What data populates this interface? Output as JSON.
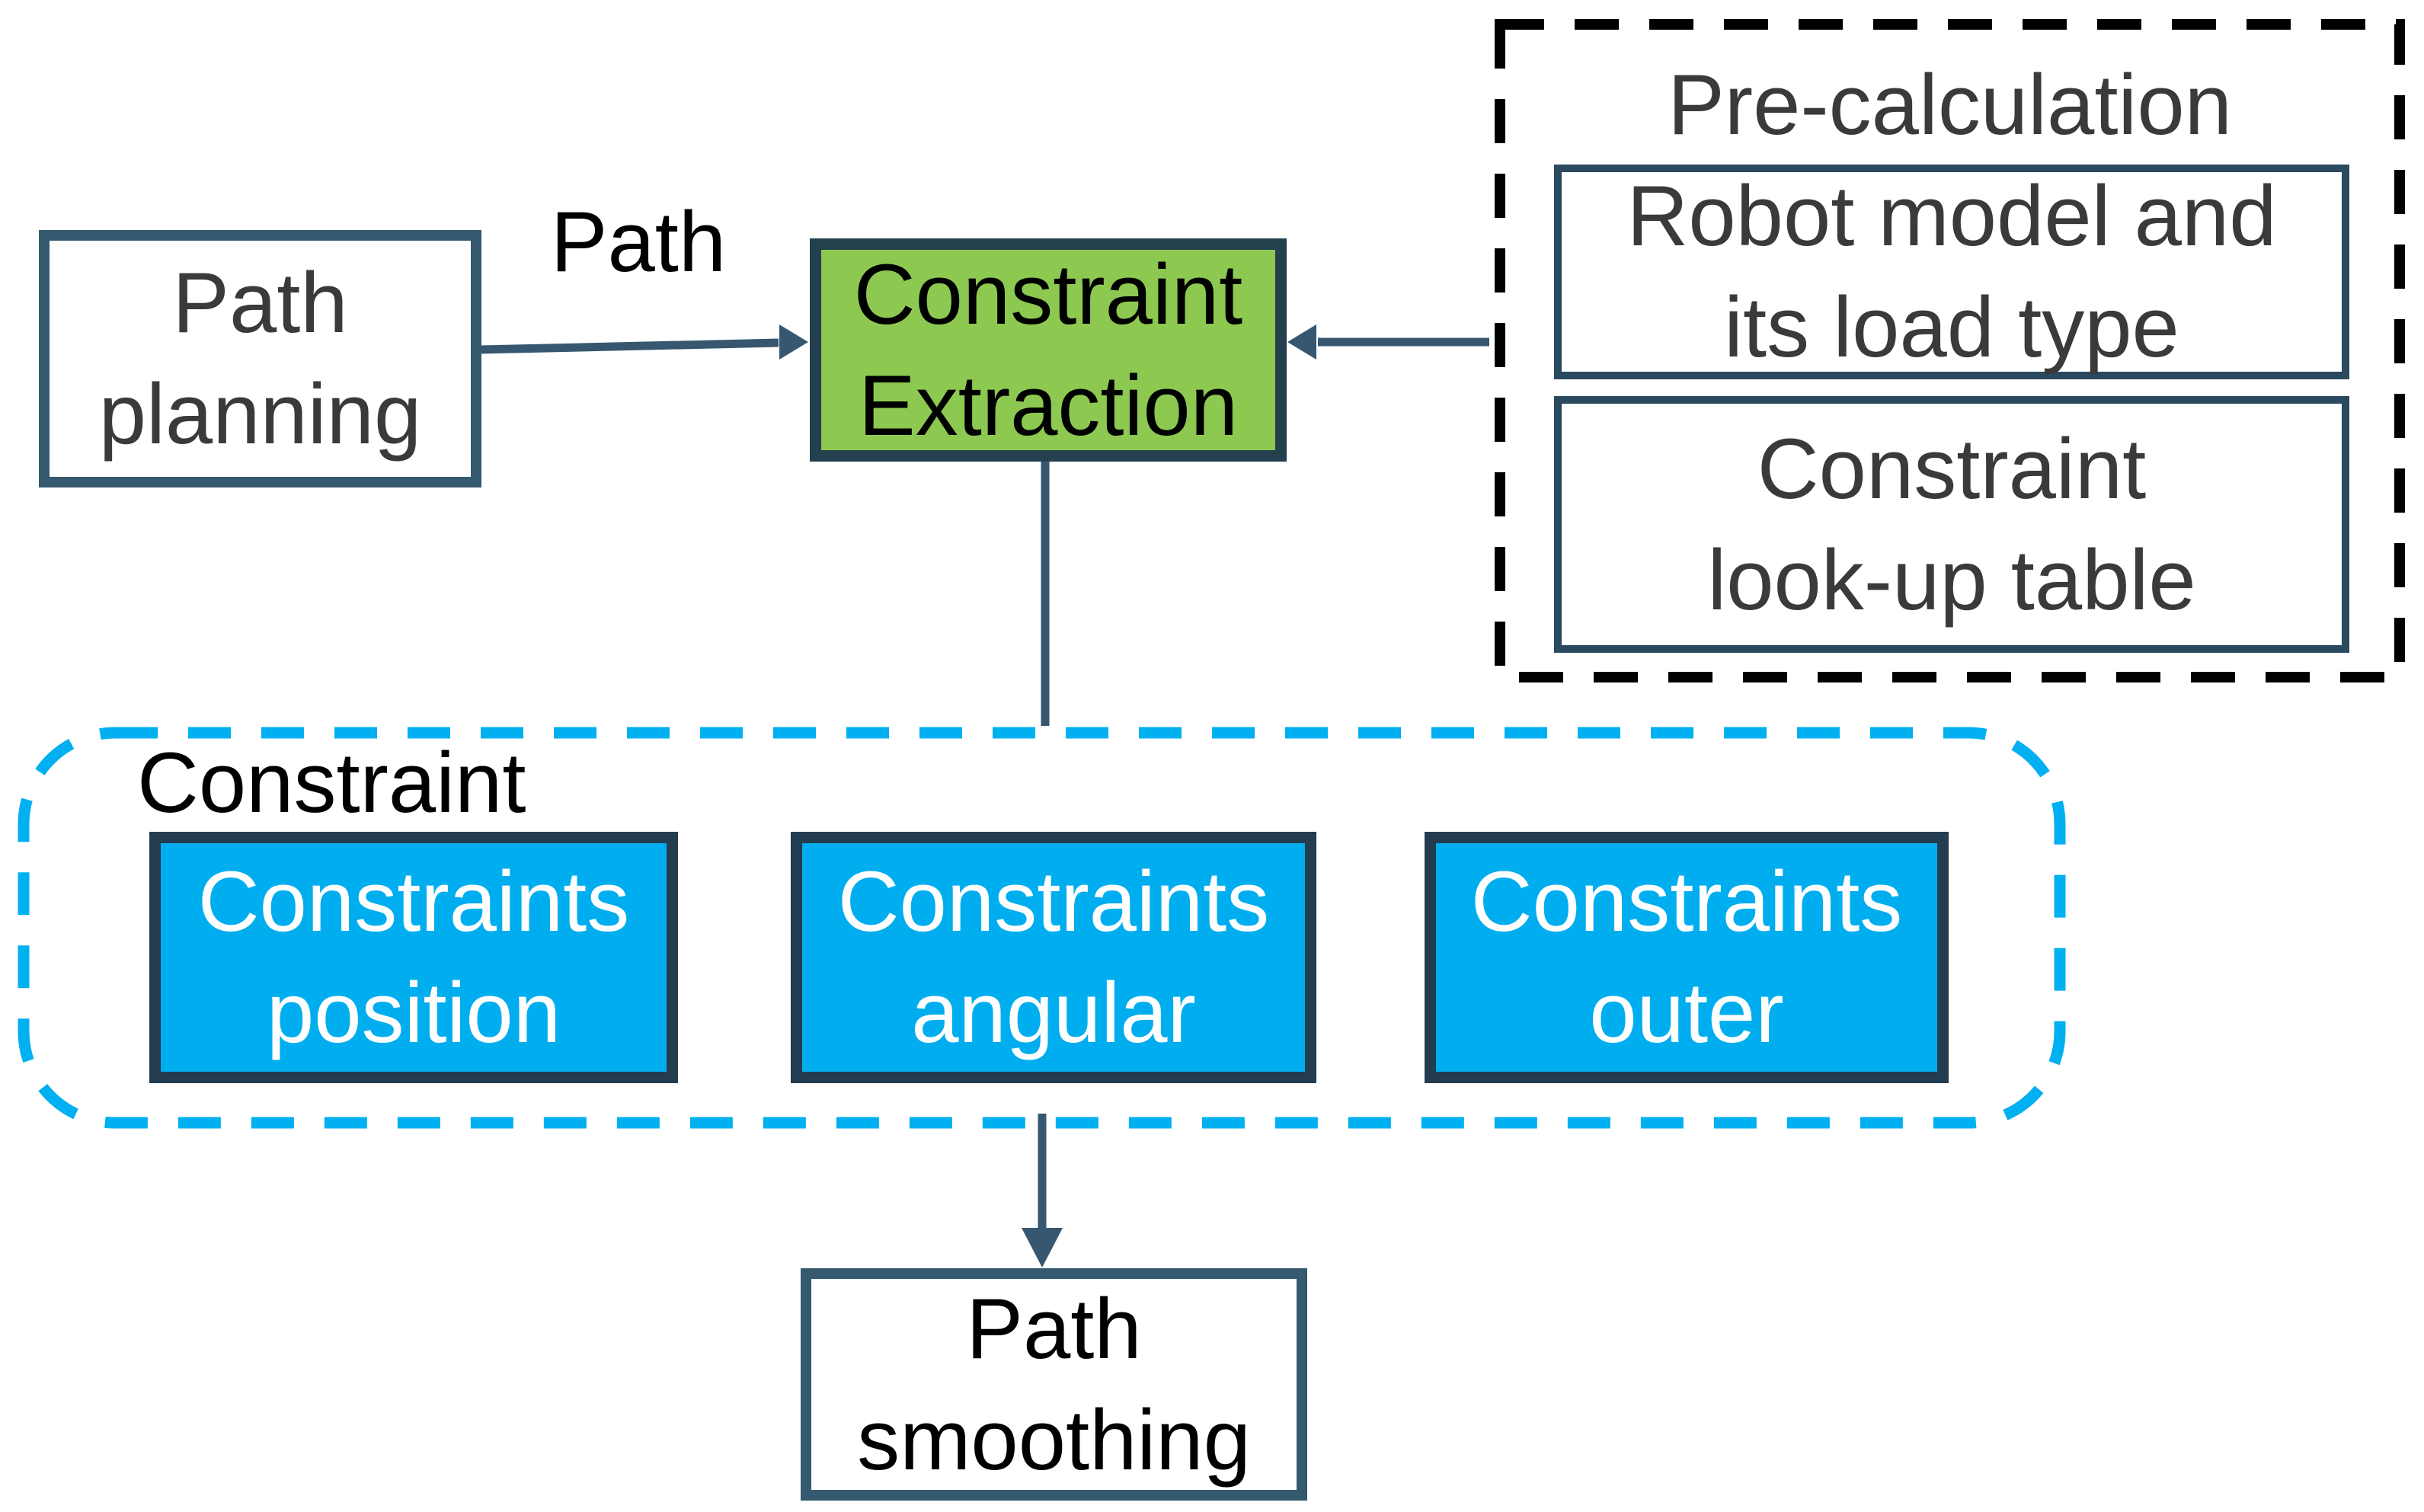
{
  "diagram": {
    "type": "flowchart",
    "colors": {
      "box_border_slate": "#35596E",
      "box_border_navy": "#24404F",
      "green_fill": "#8DC850",
      "cyan_fill": "#00AEEF",
      "cyan_dash_border": "#00B0F0",
      "precalc_dash_border": "#000000",
      "connector": "#36576F",
      "dark_text": "#3A3A3A",
      "white_text": "#FFFFFF"
    }
  },
  "nodes": {
    "path_planning": {
      "line1": "Path",
      "line2": "planning"
    },
    "constraint_extraction": {
      "line1": "Constraint",
      "line2": "Extraction"
    },
    "pre_calculation": {
      "title": "Pre-calculation",
      "robot_model": {
        "line1": "Robot model and",
        "line2": "its load type"
      },
      "lookup_table": {
        "line1": "Constraint",
        "line2": "look-up table"
      }
    },
    "constraint_group": {
      "label": "Constraint",
      "position": {
        "line1": "Constraints",
        "line2": "position"
      },
      "angular": {
        "line1": "Constraints",
        "line2": "angular"
      },
      "outer": {
        "line1": "Constraints",
        "line2": "outer"
      }
    },
    "path_smoothing": {
      "line1": "Path",
      "line2": "smoothing"
    }
  },
  "edges": {
    "path_label": "Path"
  }
}
